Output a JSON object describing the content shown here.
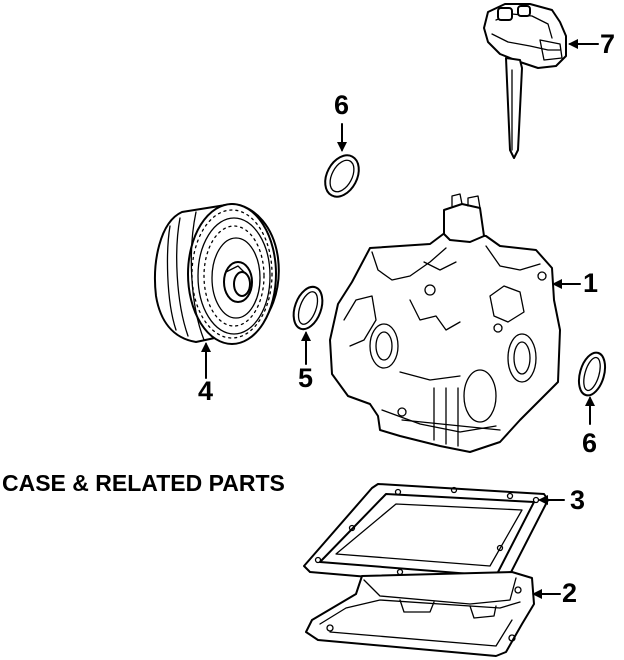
{
  "diagram": {
    "title": "CASE & RELATED PARTS",
    "callouts": {
      "c1": "1",
      "c2": "2",
      "c3": "3",
      "c4": "4",
      "c5": "5",
      "c6a": "6",
      "c6b": "6",
      "c7": "7"
    }
  }
}
